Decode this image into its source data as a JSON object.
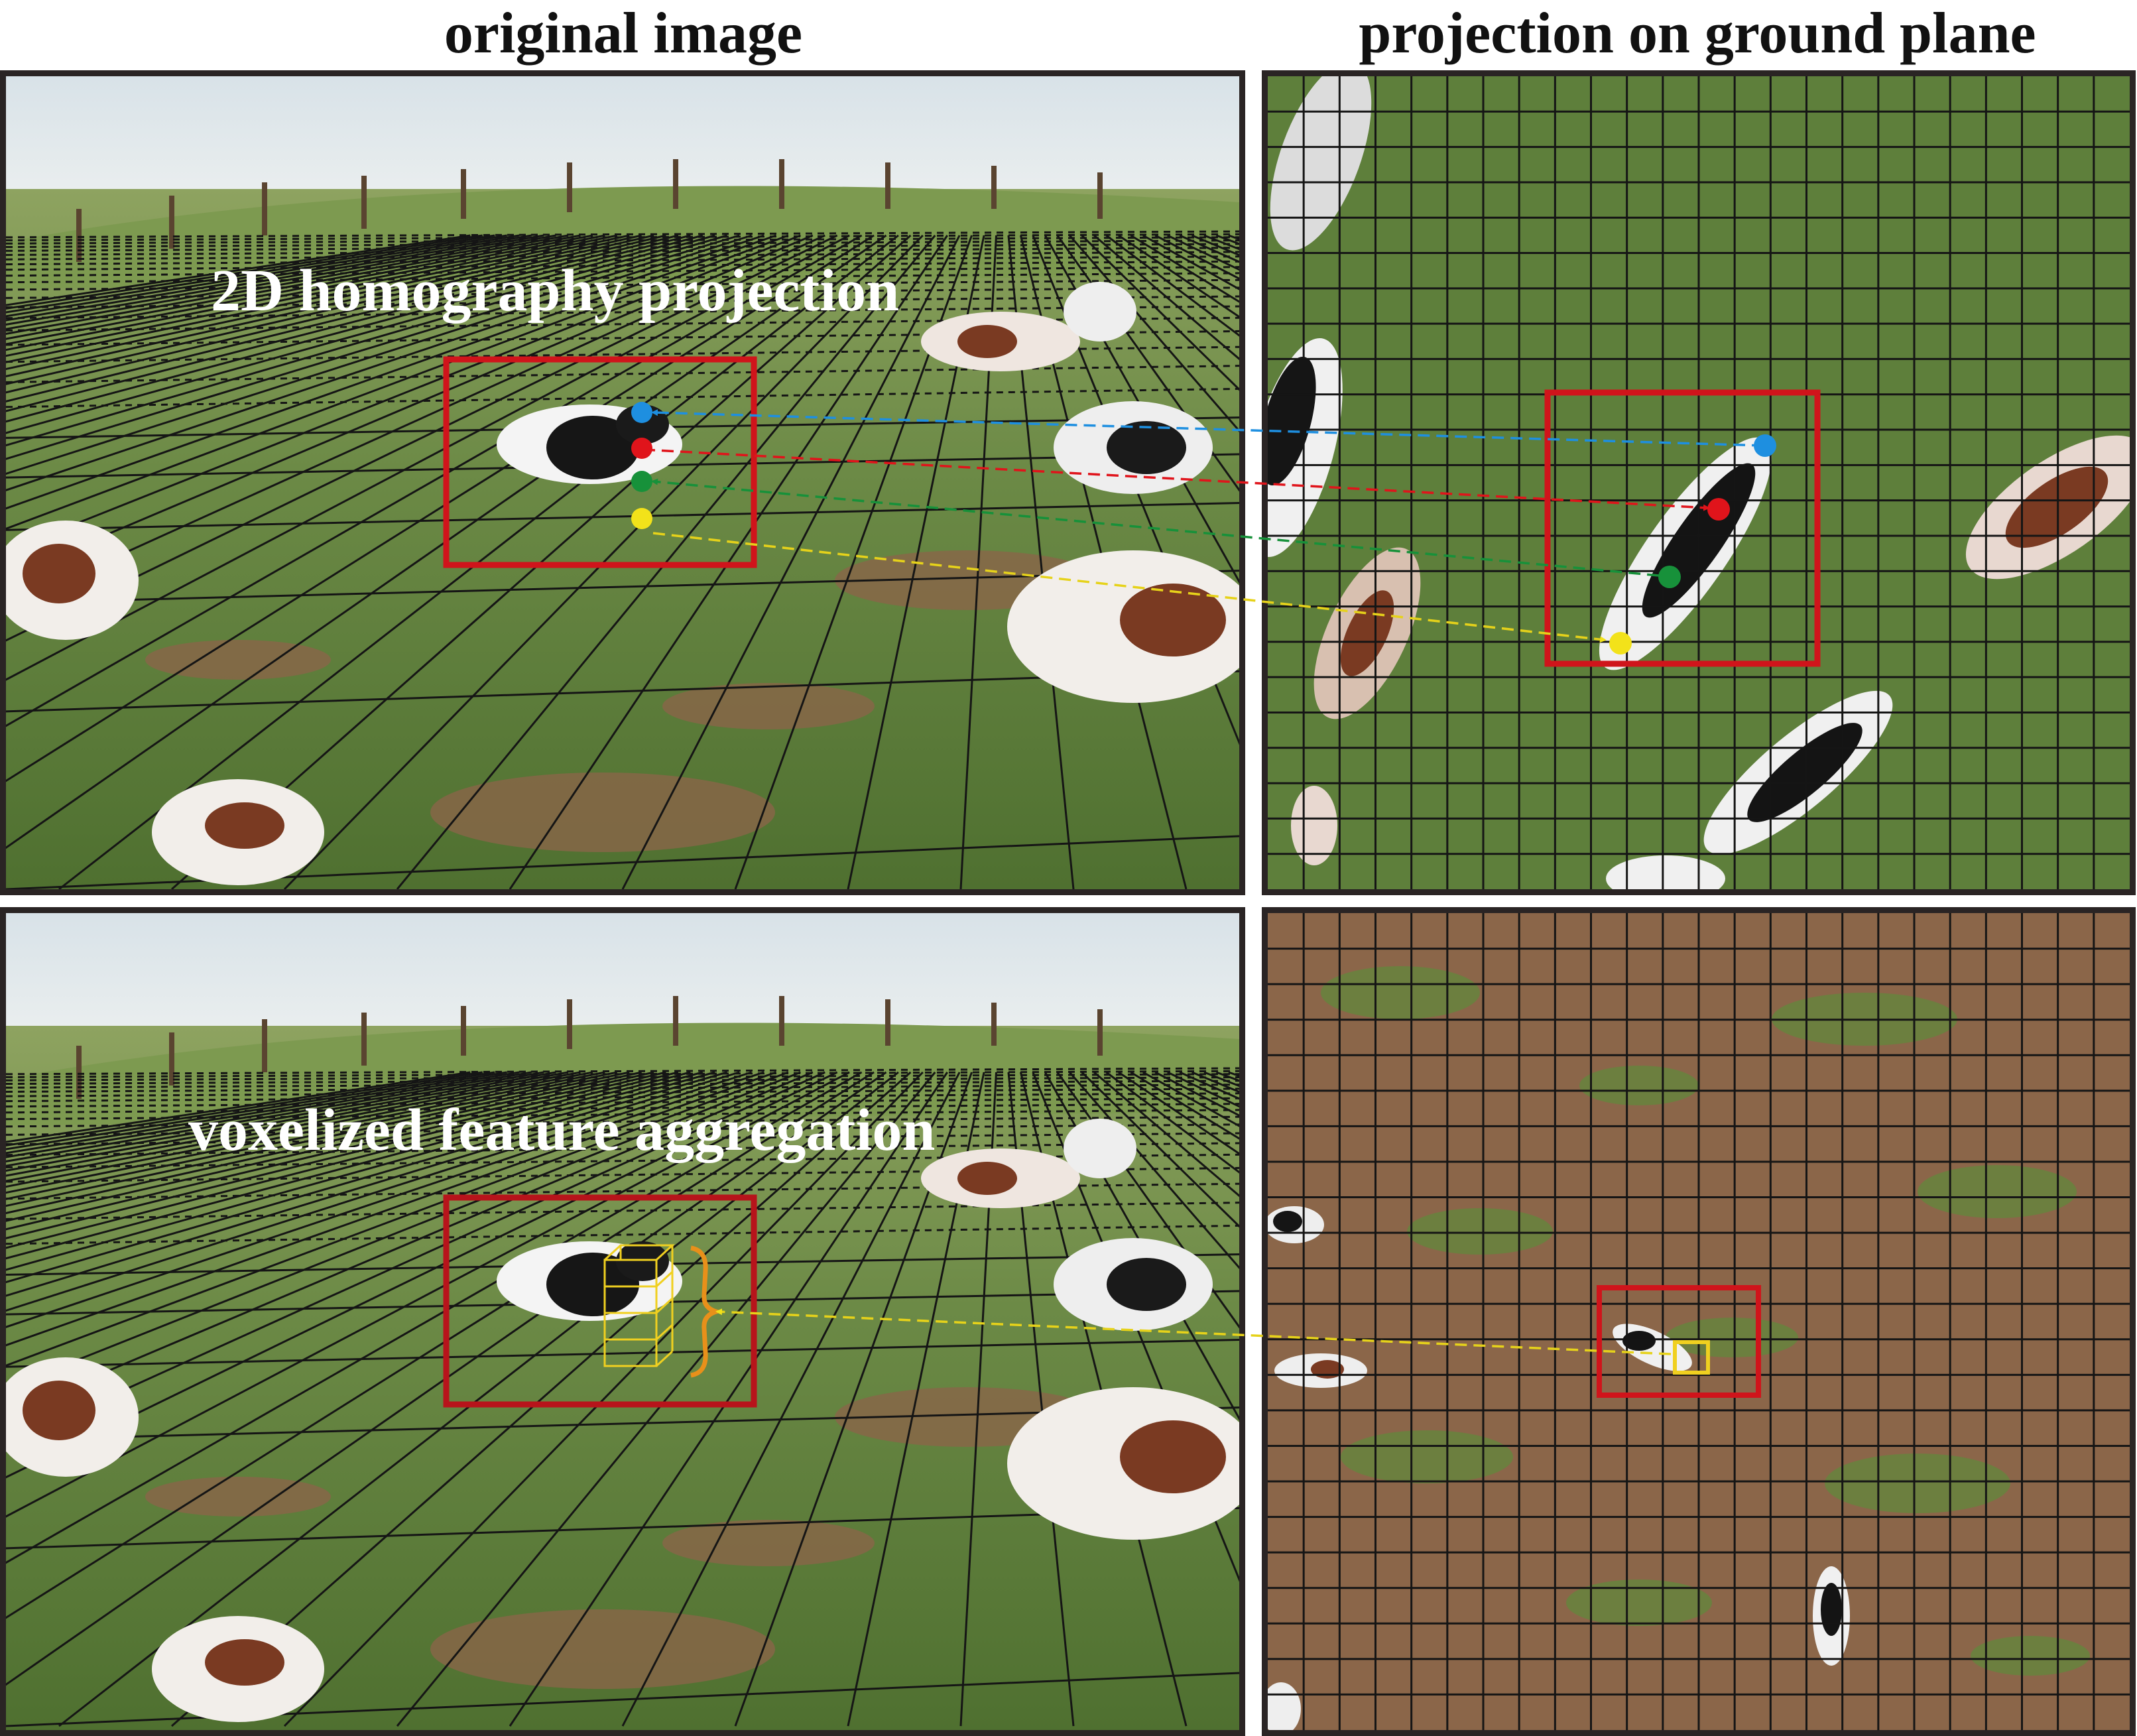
{
  "titles": {
    "left": "original image",
    "right": "projection on ground plane"
  },
  "captions": {
    "top": "2D homography  projection",
    "bottom": "voxelized feature aggregation"
  },
  "colors": {
    "frame": "#2a2424",
    "highlight_box": "#d0141b",
    "point_blue": "#1e8fe0",
    "point_red": "#e0141b",
    "point_green": "#17913a",
    "point_yellow": "#f2e21a",
    "grass": "#5f7f3e",
    "dirt": "#8a6548",
    "voxel": "#f0d020",
    "brace": "#e8901a"
  },
  "icons": [
    "cow-icon",
    "fence-post-icon",
    "voxel-stack-icon",
    "brace-icon"
  ]
}
